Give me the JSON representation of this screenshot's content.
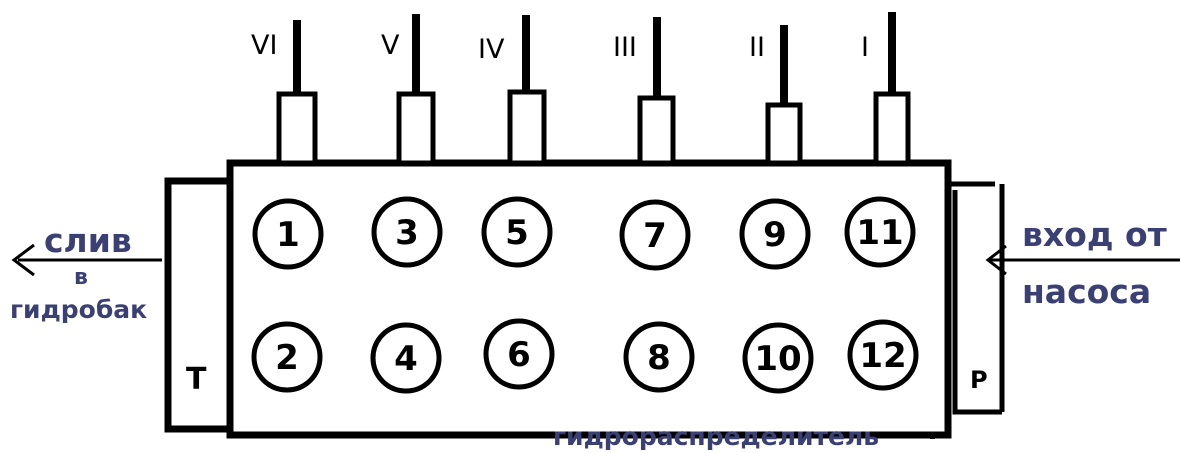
{
  "colors": {
    "line": "#000000",
    "label_text": "#3a3f74"
  },
  "sections": [
    {
      "roman": "VI",
      "top_port": "1",
      "bottom_port": "2"
    },
    {
      "roman": "V",
      "top_port": "3",
      "bottom_port": "4"
    },
    {
      "roman": "IV",
      "top_port": "5",
      "bottom_port": "6"
    },
    {
      "roman": "III",
      "top_port": "7",
      "bottom_port": "8"
    },
    {
      "roman": "II",
      "top_port": "9",
      "bottom_port": "10"
    },
    {
      "roman": "I",
      "top_port": "11",
      "bottom_port": "12"
    }
  ],
  "tank_port": "T",
  "pressure_port": "P",
  "drain": {
    "line1": "слив",
    "line2": "в",
    "line3": "гидробак"
  },
  "inlet": {
    "line1": "вход от",
    "line2": "насоса"
  },
  "valve_name": "гидрораспределитель"
}
